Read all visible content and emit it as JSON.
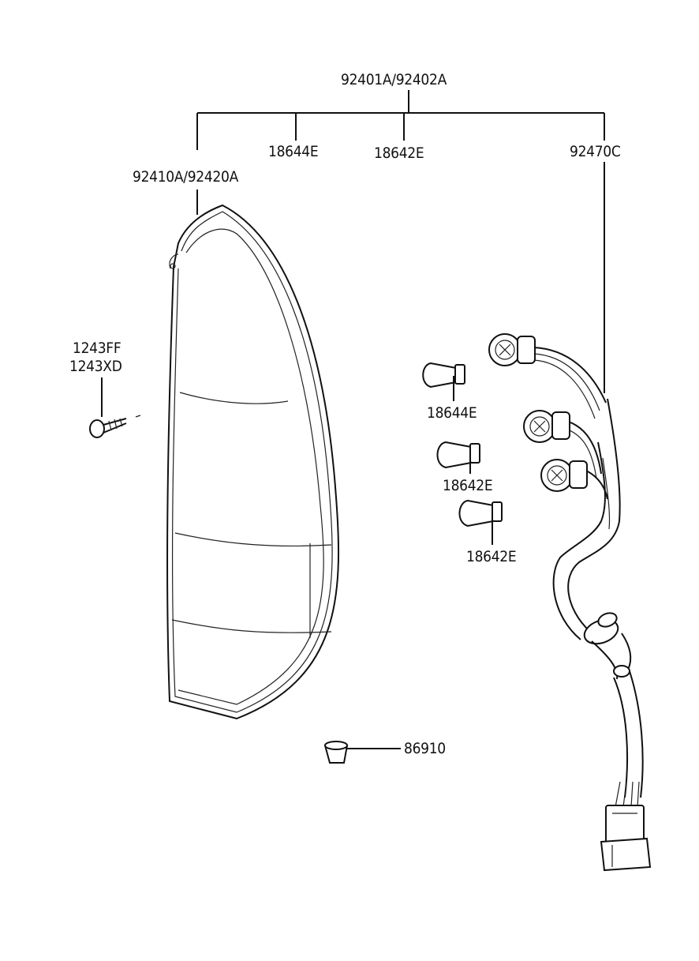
{
  "callouts": {
    "assembly": "92401A/92402A",
    "lens_housing": "92410A/92420A",
    "bulb_top": "18644E",
    "bulb_mid": "18642E",
    "socket_wiring": "92470C",
    "screw_a": "1243FF",
    "screw_b": "1243XD",
    "bulb_item_1": "18644E",
    "bulb_item_2": "18642E",
    "bulb_item_3": "18642E",
    "grommet": "86910"
  }
}
